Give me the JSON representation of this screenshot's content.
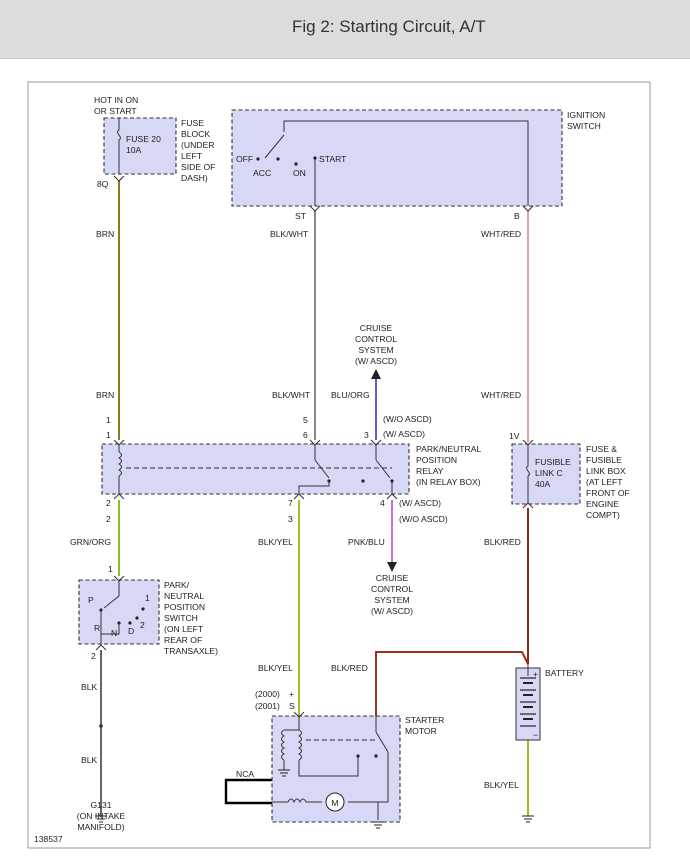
{
  "page": {
    "title": "Fig 2: Starting Circuit, A/T"
  },
  "diagram": {
    "fig_number": "138537",
    "fuse_block": {
      "hot_label": [
        "HOT IN ON",
        "OR START"
      ],
      "fuse_label": [
        "FUSE 20",
        "10A"
      ],
      "block_label": [
        "FUSE",
        "BLOCK",
        "(UNDER",
        "LEFT",
        "SIDE OF",
        "DASH)"
      ],
      "pin": "8Q"
    },
    "ignition_switch": {
      "label": [
        "IGNITION",
        "SWITCH"
      ],
      "positions": {
        "off": "OFF",
        "acc": "ACC",
        "on": "ON",
        "start": "START"
      },
      "pin_st": "ST",
      "pin_b": "B"
    },
    "wires": {
      "brn_top": "BRN",
      "brn_bottom": "BRN",
      "blk_wht_top": "BLK/WHT",
      "blk_wht_bottom": "BLK/WHT",
      "blu_org": "BLU/ORG",
      "wht_red_top": "WHT/RED",
      "wht_red_bottom": "WHT/RED",
      "grn_org": "GRN/ORG",
      "blk_yel_upper": "BLK/YEL",
      "blk_yel_lower": "BLK/YEL",
      "pnk_blu": "PNK/BLU",
      "blk_red_right": "BLK/RED",
      "blk_red_starter": "BLK/RED",
      "blk_upper": "BLK",
      "blk_lower": "BLK",
      "blk_yel_battery": "BLK/YEL",
      "nca": "NCA"
    },
    "cruise_top": [
      "CRUISE",
      "CONTROL",
      "SYSTEM",
      "(W/ ASCD)"
    ],
    "cruise_bottom": [
      "CRUISE",
      "CONTROL",
      "SYSTEM",
      "(W/ ASCD)"
    ],
    "relay": {
      "label": [
        "PARK/NEUTRAL",
        "POSITION",
        "RELAY",
        "(IN RELAY BOX)"
      ],
      "top_pins": {
        "left_a": "1",
        "left_b": "1",
        "mid_a": "5",
        "mid_b": "6",
        "right": "3"
      },
      "top_notes": [
        "(W/O ASCD)",
        "(W/ ASCD)"
      ],
      "bottom_pins": {
        "left_a": "2",
        "left_b": "2",
        "mid_a": "7",
        "mid_b": "3",
        "right": "4"
      },
      "bottom_notes": [
        "(W/ ASCD)",
        "(W/O ASCD)"
      ]
    },
    "fusible_link": {
      "pin": "1V",
      "inner": [
        "FUSIBLE",
        "LINK C",
        "40A"
      ],
      "label": [
        "FUSE &",
        "FUSIBLE",
        "LINK BOX",
        "(AT LEFT",
        "FRONT OF",
        "ENGINE",
        "COMPT)"
      ]
    },
    "pn_switch": {
      "label": [
        "PARK/",
        "NEUTRAL",
        "POSITION",
        "SWITCH",
        "(ON LEFT",
        "REAR OF",
        "TRANSAXLE)"
      ],
      "pin_top": "1",
      "pin_bottom": "2",
      "gears": {
        "p": "P",
        "r": "R",
        "n": "N",
        "d": "D",
        "one": "1",
        "two": "2"
      }
    },
    "battery": {
      "label": "BATTERY",
      "plus": "+",
      "minus": "−"
    },
    "starter": {
      "label": [
        "STARTER",
        "MOTOR"
      ],
      "years": [
        "(2000)",
        "(2001)"
      ],
      "pins": [
        "+",
        "S"
      ],
      "motor": "M"
    },
    "ground": {
      "label": [
        "G131",
        "(ON INTAKE",
        "MANIFOLD)"
      ]
    }
  }
}
